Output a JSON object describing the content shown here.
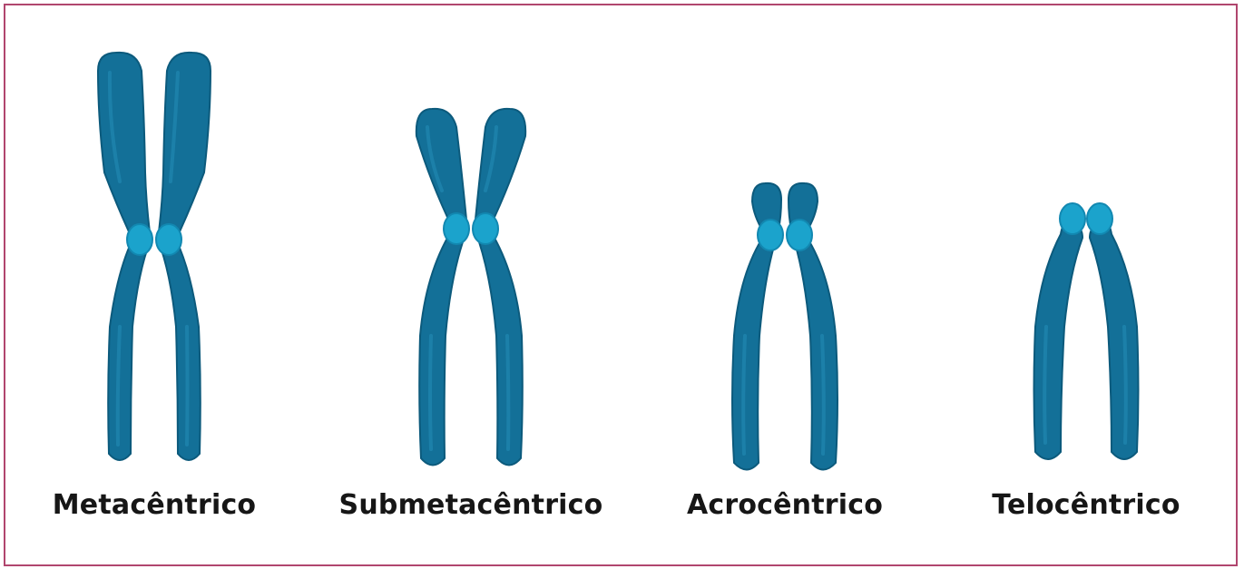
{
  "figure": {
    "colors": {
      "chromatid": "#137098",
      "chromatid_dark": "#0c5a7c",
      "chromatid_highlight": "#1f84ae",
      "centromere": "#1ba3cc",
      "centromere_rim": "#1288b1",
      "border": "#b0466e",
      "label": "#161616"
    },
    "chromosomes": [
      {
        "label": "Metacêntrico",
        "icon": "metacentric-chromosome-icon"
      },
      {
        "label": "Submetacêntrico",
        "icon": "submetacentric-chromosome-icon"
      },
      {
        "label": "Acrocêntrico",
        "icon": "acrocentric-chromosome-icon"
      },
      {
        "label": "Telocêntrico",
        "icon": "telocentric-chromosome-icon"
      }
    ]
  }
}
